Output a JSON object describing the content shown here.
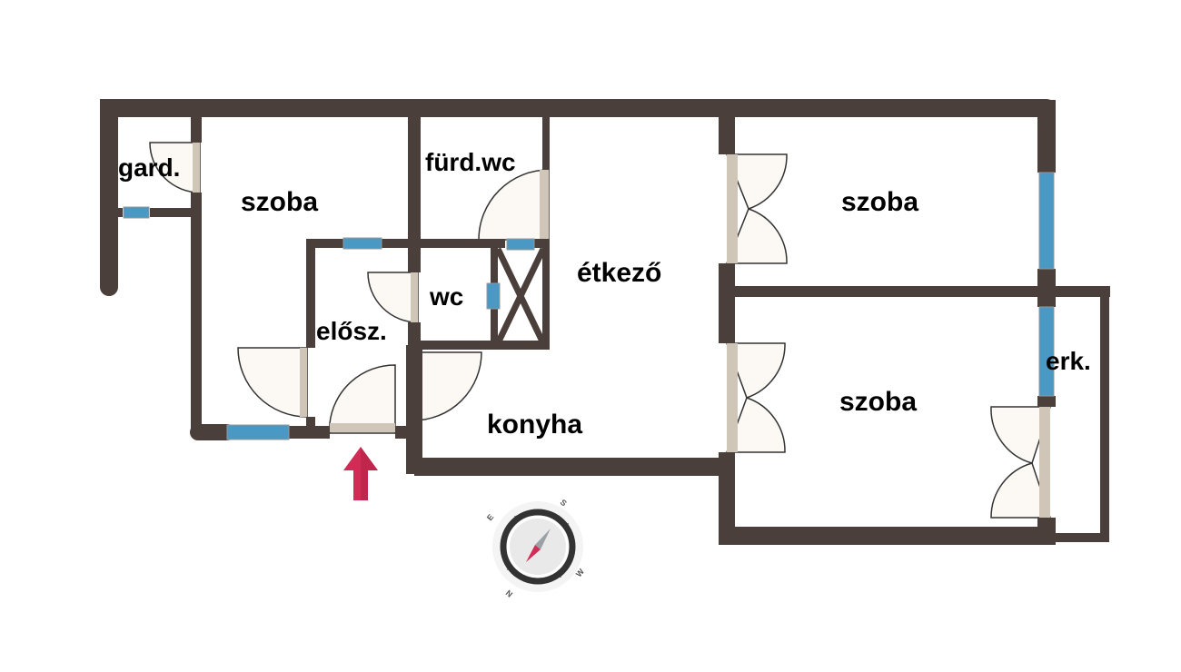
{
  "colors": {
    "wall": "#4a3f3b",
    "window": "#4a98c4",
    "door_leaf": "#fcf8f3",
    "door_jamb": "#cfc6b8",
    "entrance_arrow": "#d02c55",
    "compass_needle_north": "#d02c55",
    "compass_needle_south": "#9aa0a6"
  },
  "rooms": [
    {
      "id": "gard",
      "label": "gard."
    },
    {
      "id": "szoba1",
      "label": "szoba"
    },
    {
      "id": "furd",
      "label": "fürd.wc"
    },
    {
      "id": "wc",
      "label": "wc"
    },
    {
      "id": "elosz",
      "label": "elősz."
    },
    {
      "id": "etkezo",
      "label": "étkező"
    },
    {
      "id": "konyha",
      "label": "konyha"
    },
    {
      "id": "szoba2",
      "label": "szoba"
    },
    {
      "id": "szoba3",
      "label": "szoba"
    },
    {
      "id": "erk",
      "label": "erk."
    }
  ],
  "compass": {
    "letters": {
      "S": "S",
      "E": "E",
      "W": "W",
      "N": "N"
    }
  },
  "icons": {
    "entrance": "entrance-arrow-icon",
    "compass": "compass-icon"
  }
}
